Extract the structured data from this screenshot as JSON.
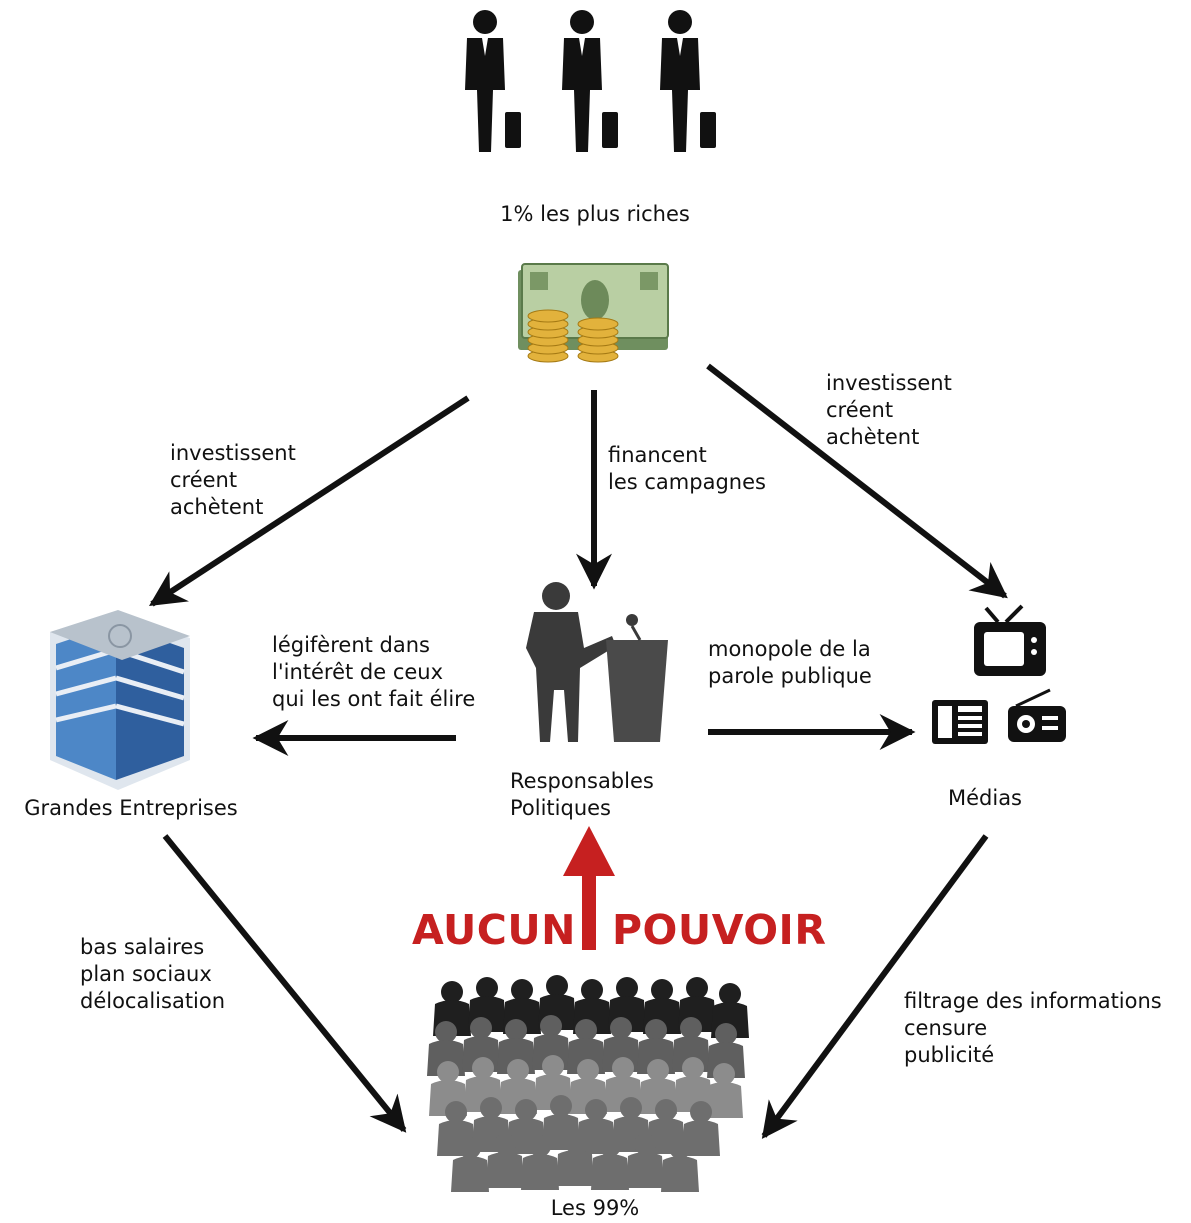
{
  "nodes": {
    "rich": "1% les plus riches",
    "companies": "Grandes Entreprises",
    "politicians": "Responsables\nPolitiques",
    "media": "Médias",
    "people": "Les 99%"
  },
  "edges": {
    "rich_to_companies": "investissent\ncréent\nachètent",
    "rich_to_politicians": "financent\nles campagnes",
    "rich_to_media": "investissent\ncréent\nachètent",
    "politicians_to_companies": "légifèrent dans\nl'intérêt de ceux\nqui les ont fait élire",
    "politicians_to_media": "monopole de la\nparole publique",
    "companies_to_people": "bas salaires\nplan sociaux\ndélocalisation",
    "media_to_people": "filtrage des informations\ncensure\npublicité"
  },
  "power": {
    "left": "AUCUN",
    "right": "POUVOIR"
  },
  "colors": {
    "arrow": "#111111",
    "power": "#c62020",
    "crowd_dark": "#1f1f1f",
    "crowd_mid": "#5f5f5f",
    "crowd_light": "#8c8c8c"
  }
}
